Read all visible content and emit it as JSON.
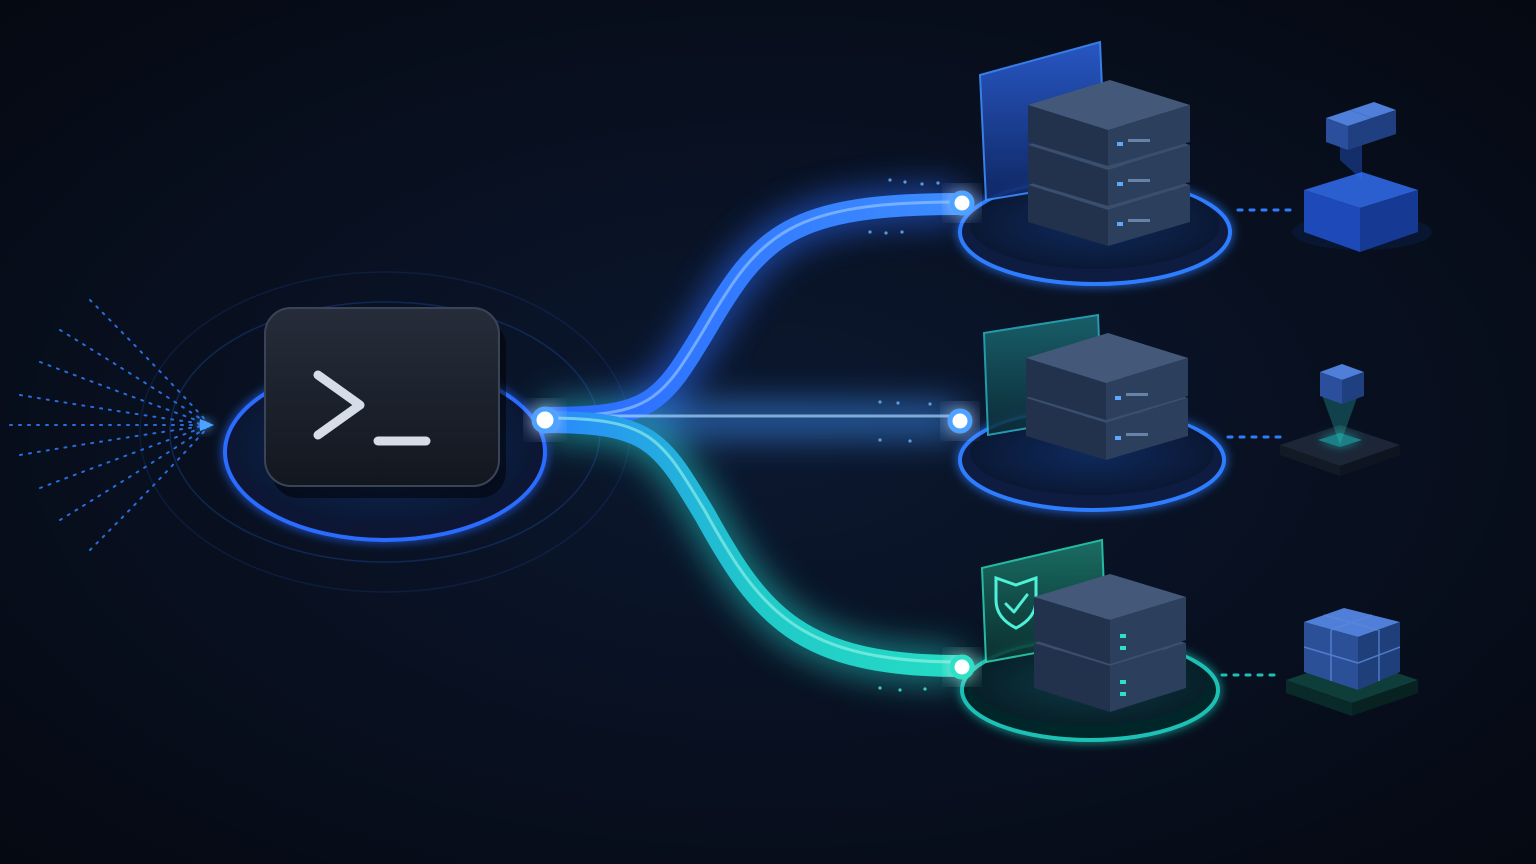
{
  "colors": {
    "background": "#060b16",
    "blue": "#2f7dff",
    "blue_bright": "#4da3ff",
    "cyan": "#20d6c6",
    "teal": "#1fb3a8",
    "server_top": "#3a4f6e",
    "server_front": "#22324c",
    "terminal_bg": "#151b26"
  },
  "source": {
    "icon": "terminal-icon"
  },
  "targets": [
    {
      "icon": "server-stack-icon",
      "units": 3,
      "accent": "blue",
      "container_icon": "cube-into-box-icon"
    },
    {
      "icon": "server-stack-icon",
      "units": 2,
      "accent": "blue",
      "container_icon": "cube-on-platform-icon"
    },
    {
      "icon": "server-stack-icon",
      "units": 2,
      "accent": "cyan",
      "container_icon": "cube-cluster-icon",
      "badge_icon": "shield-check-icon"
    }
  ]
}
